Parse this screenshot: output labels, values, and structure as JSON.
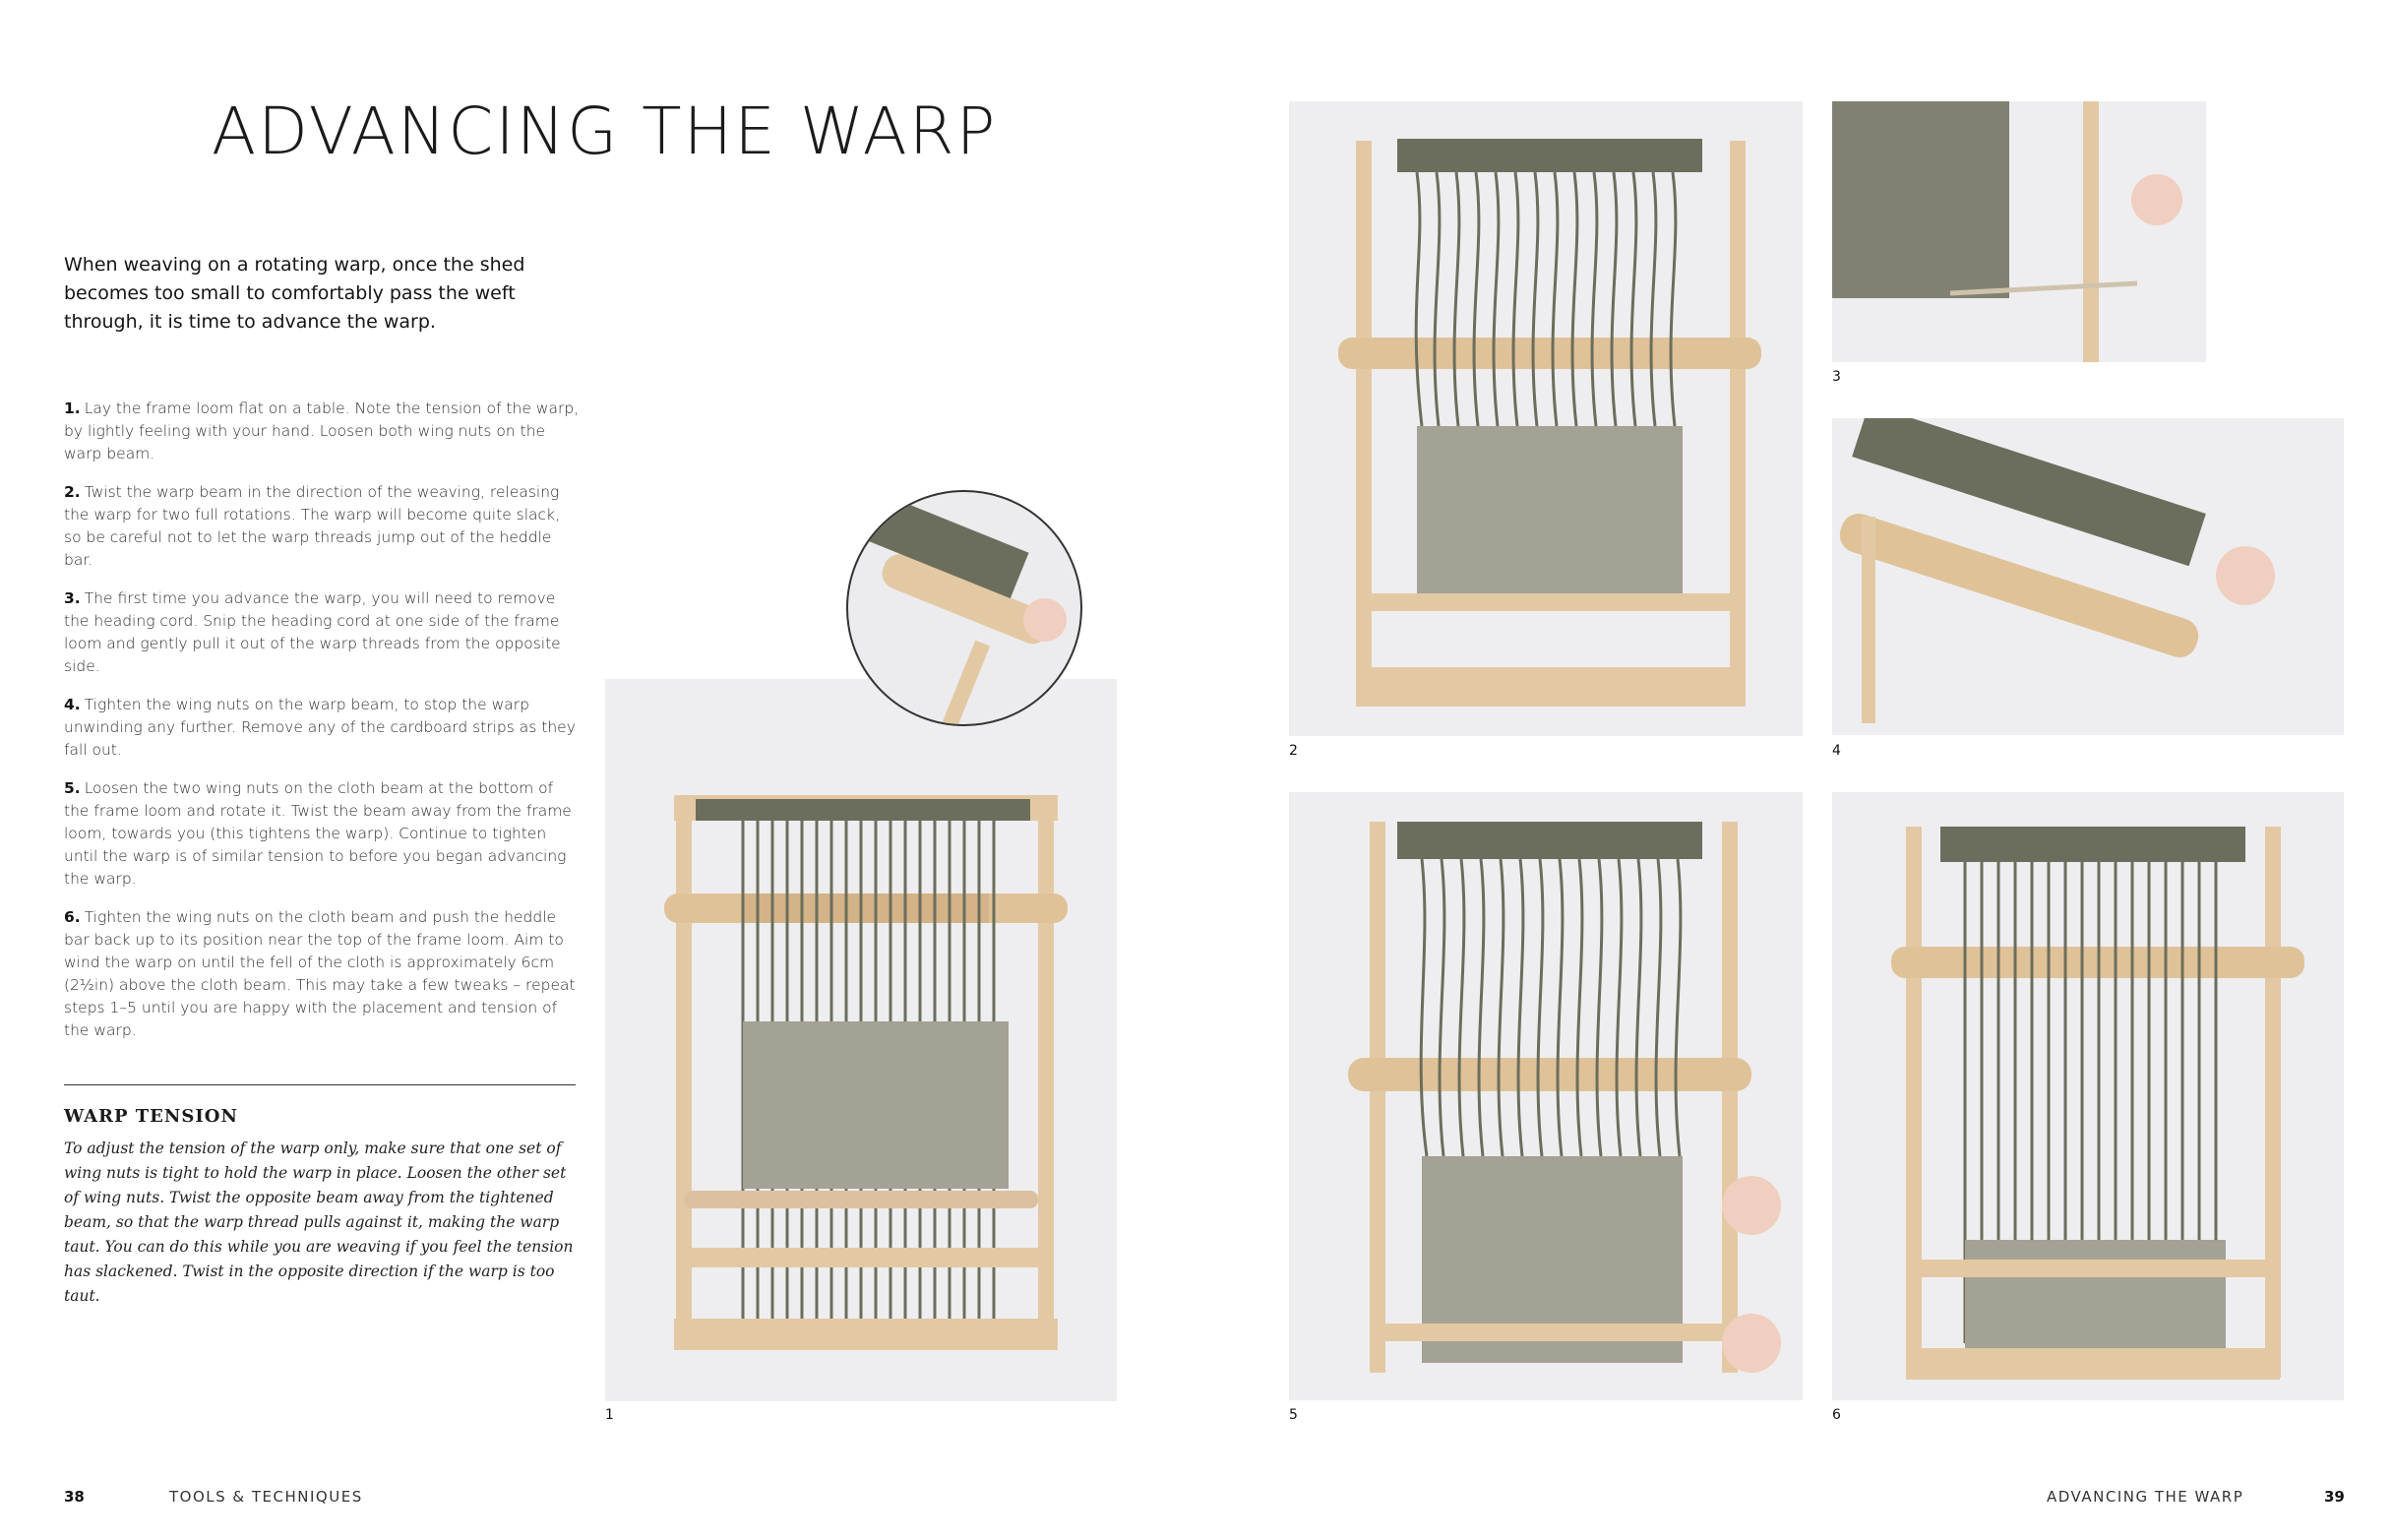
{
  "left_page": {
    "title": "ADVANCING THE WARP",
    "intro": "When weaving on a rotating warp, once the shed becomes too small to comfortably pass the weft through, it is time to advance the warp.",
    "steps": [
      {
        "num": "1.",
        "text": "Lay the frame loom flat on a table. Note the tension of the warp, by lightly feeling with your hand. Loosen both wing nuts on the warp beam."
      },
      {
        "num": "2.",
        "text": "Twist the warp beam in the direction of the weaving, releasing the warp for two full rotations. The warp will become quite slack, so be careful not to let the warp threads jump out of the heddle bar."
      },
      {
        "num": "3.",
        "text": "The first time you advance the warp, you will need to remove the heading cord. Snip the heading cord at one side of the frame loom and gently pull it out of the warp threads from the opposite side."
      },
      {
        "num": "4.",
        "text": "Tighten the wing nuts on the warp beam, to stop the warp unwinding any further. Remove any of the cardboard strips as they fall out."
      },
      {
        "num": "5.",
        "text": "Loosen the two wing nuts on the cloth beam at the bottom of the frame loom and rotate it. Twist the beam away from the frame loom, towards you (this tightens the warp). Continue to tighten until the warp is of similar tension to before you began advancing the warp."
      },
      {
        "num": "6.",
        "text": "Tighten the wing nuts on the cloth beam and push the heddle bar back up to its position near the top of the frame loom. Aim to wind the warp on until the fell of the cloth is approximately 6cm (2½in) above the cloth beam. This may take a few tweaks – repeat steps 1–5 until you are happy with the placement and tension of the warp."
      }
    ],
    "box_title": "WARP TENSION",
    "box_text": "To adjust the tension of the warp only, make sure that one set of wing nuts is tight to hold the warp in place. Loosen the other set of wing nuts. Twist the opposite beam away from the tightened beam, so that the warp thread pulls against it, making the warp taut. You can do this while you are weaving if you feel the tension has slackened. Twist in the opposite direction if the warp is too taut.",
    "page_number": "38",
    "footer": "TOOLS & TECHNIQUES"
  },
  "right_page": {
    "page_number": "39",
    "footer": "ADVANCING THE WARP"
  },
  "captions": {
    "p1": "1",
    "p2": "2",
    "p3": "3",
    "p4": "4",
    "p5": "5",
    "p6": "6"
  },
  "colors": {
    "wood": "#e3c9a3",
    "wood_dark": "#c9a87c",
    "yarn": "#6b6e5c",
    "weave_light": "#b7b2a9",
    "photo_bg": "#eeeef0"
  }
}
